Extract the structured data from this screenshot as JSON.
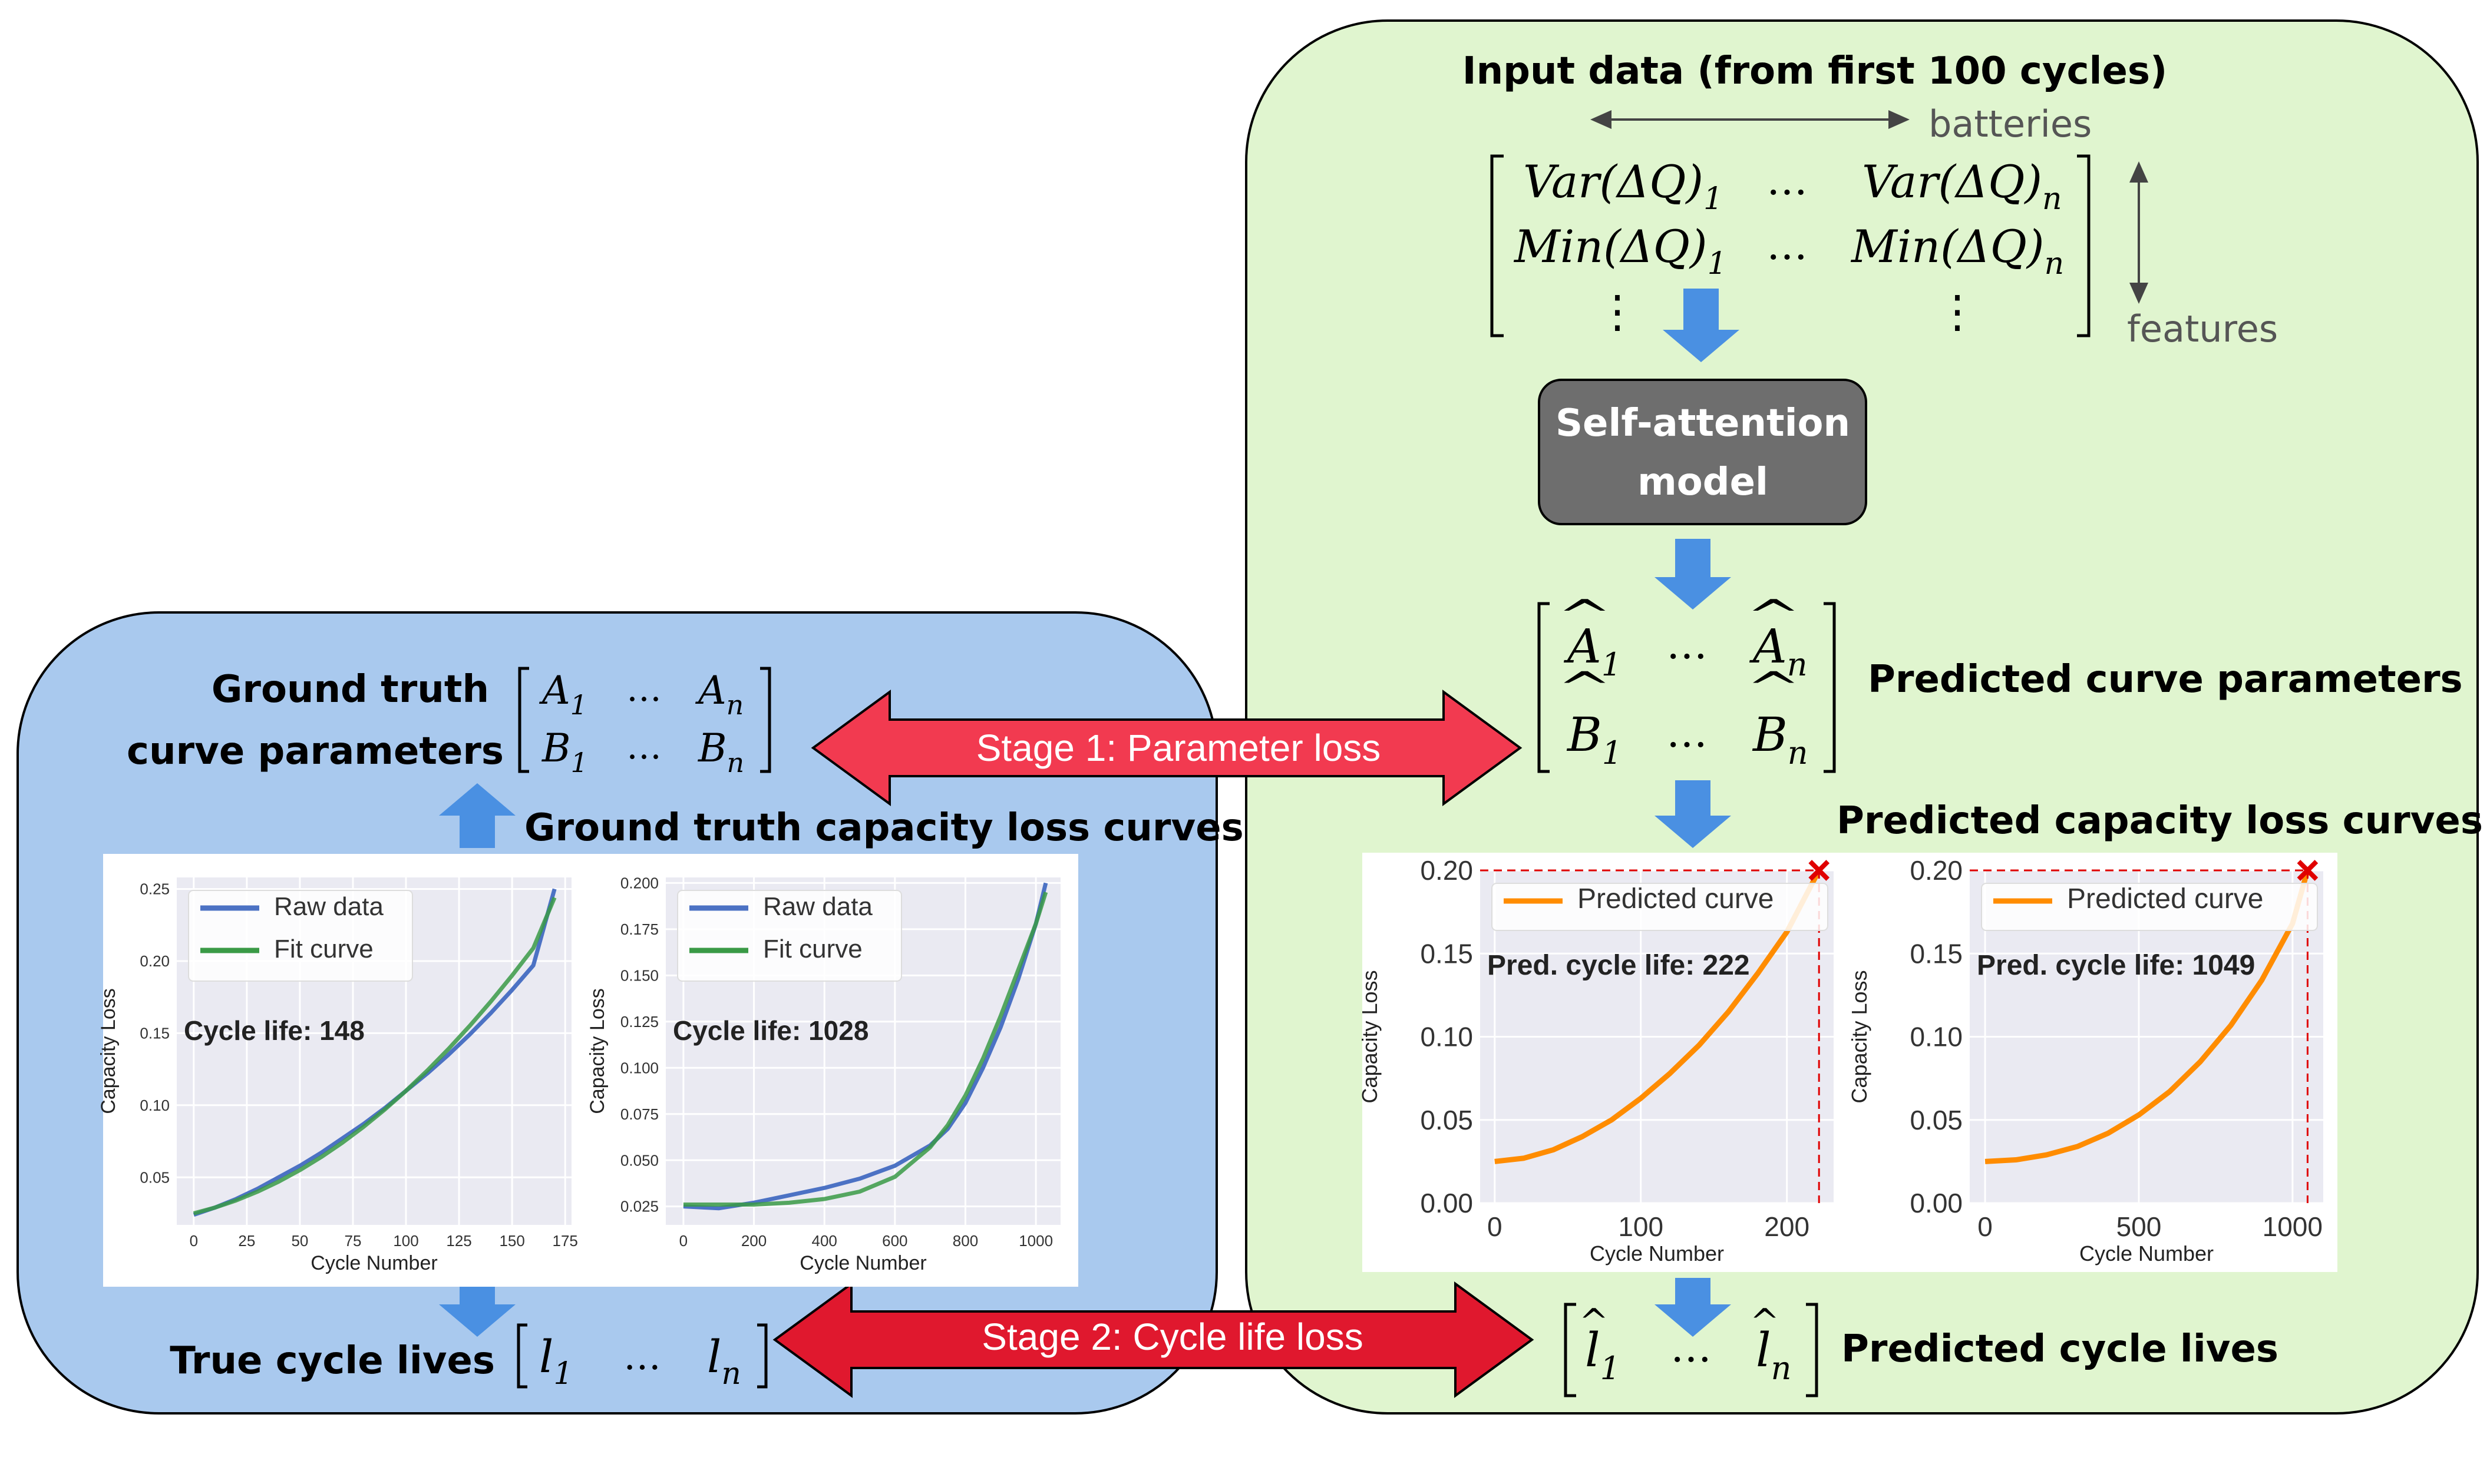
{
  "colors": {
    "blue_panel": "#a9c9ee",
    "green_panel": "#e0f5cf",
    "down_arrow": "#4a90e2",
    "stage_arrow_1": "#f23a50",
    "stage_arrow_2": "#e0182e",
    "model_box": "#6e6e6e",
    "raw_series": "#4c72c4",
    "fit_series": "#3a9a46",
    "pred_series": "#ff8c00",
    "marker": "#e00000"
  },
  "right": {
    "input_title": "Input data (from first 100 cycles)",
    "batteries_label": "batteries",
    "features_label": "features",
    "matrix": {
      "row1_left": "Var(ΔQ)",
      "row1_left_sub": "1",
      "row1_right": "Var(ΔQ)",
      "row1_right_sub": "n",
      "row2_left": "Min(ΔQ)",
      "row2_left_sub": "1",
      "row2_right": "Min(ΔQ)",
      "row2_right_sub": "n",
      "dots": "…",
      "vdots": "⋮"
    },
    "model_line1": "Self-attention",
    "model_line2": "model",
    "pred_params_label": "Predicted curve parameters",
    "pred_params": {
      "a1": "A",
      "an": "A",
      "b1": "B",
      "bn": "B",
      "sub1": "1",
      "subn": "n",
      "hat": "^",
      "dots": "…"
    },
    "pred_curves_label": "Predicted capacity loss curves",
    "pred_lives_label": "Predicted cycle lives",
    "pred_lives": {
      "l1": "l",
      "ln": "l",
      "sub1": "1",
      "subn": "n",
      "dots": "…"
    }
  },
  "left": {
    "gt_params_label_line1": "Ground truth",
    "gt_params_label_line2": "curve parameters",
    "gt_params": {
      "a1": "A",
      "an": "A",
      "b1": "B",
      "bn": "B",
      "sub1": "1",
      "subn": "n",
      "dots": "…"
    },
    "gt_curves_label": "Ground truth capacity loss curves",
    "true_lives_label": "True cycle lives",
    "true_lives": {
      "l1": "l",
      "ln": "l",
      "sub1": "1",
      "subn": "n",
      "dots": "…"
    }
  },
  "stage1_label": "Stage 1: Parameter loss",
  "stage2_label": "Stage 2: Cycle life loss",
  "chart_data": [
    {
      "type": "line",
      "xlabel": "Cycle Number",
      "ylabel": "Capacity Loss",
      "xlim": [
        -8,
        178
      ],
      "ylim": [
        0.017,
        0.258
      ],
      "xticks": [
        "0",
        "25",
        "50",
        "75",
        "100",
        "125",
        "150",
        "175"
      ],
      "yticks": [
        "0.05",
        "0.10",
        "0.15",
        "0.20",
        "0.25"
      ],
      "annotation": "Cycle life: 148",
      "legend": [
        "Raw data",
        "Fit curve"
      ],
      "legend_position": "top-left",
      "grid": true,
      "series": [
        {
          "name": "Raw data",
          "x": [
            0,
            10,
            20,
            30,
            40,
            50,
            60,
            70,
            80,
            90,
            100,
            110,
            120,
            130,
            140,
            150,
            160,
            170
          ],
          "y": [
            0.024,
            0.029,
            0.035,
            0.042,
            0.05,
            0.058,
            0.067,
            0.077,
            0.087,
            0.098,
            0.11,
            0.122,
            0.135,
            0.149,
            0.164,
            0.18,
            0.197,
            0.25
          ]
        },
        {
          "name": "Fit curve",
          "x": [
            0,
            10,
            20,
            30,
            40,
            50,
            60,
            70,
            80,
            90,
            100,
            110,
            120,
            130,
            140,
            150,
            160,
            170
          ],
          "y": [
            0.025,
            0.029,
            0.034,
            0.04,
            0.047,
            0.055,
            0.064,
            0.074,
            0.085,
            0.097,
            0.11,
            0.124,
            0.139,
            0.155,
            0.172,
            0.19,
            0.209,
            0.244
          ]
        }
      ]
    },
    {
      "type": "line",
      "xlabel": "Cycle Number",
      "ylabel": "Capacity Loss",
      "xlim": [
        -50,
        1070
      ],
      "ylim": [
        0.015,
        0.203
      ],
      "xticks": [
        "0",
        "200",
        "400",
        "600",
        "800",
        "1000"
      ],
      "yticks": [
        "0.025",
        "0.050",
        "0.075",
        "0.100",
        "0.125",
        "0.150",
        "0.175",
        "0.200"
      ],
      "annotation": "Cycle life: 1028",
      "legend": [
        "Raw data",
        "Fit curve"
      ],
      "legend_position": "top-left",
      "grid": true,
      "series": [
        {
          "name": "Raw data",
          "x": [
            0,
            100,
            200,
            300,
            400,
            500,
            600,
            700,
            750,
            800,
            850,
            900,
            950,
            1000,
            1028
          ],
          "y": [
            0.025,
            0.024,
            0.027,
            0.031,
            0.035,
            0.04,
            0.047,
            0.058,
            0.067,
            0.081,
            0.1,
            0.122,
            0.148,
            0.178,
            0.2
          ]
        },
        {
          "name": "Fit curve",
          "x": [
            0,
            100,
            200,
            300,
            400,
            500,
            600,
            700,
            750,
            800,
            850,
            900,
            950,
            1000,
            1028
          ],
          "y": [
            0.026,
            0.026,
            0.026,
            0.027,
            0.029,
            0.033,
            0.041,
            0.057,
            0.069,
            0.085,
            0.105,
            0.128,
            0.153,
            0.178,
            0.195
          ]
        }
      ]
    },
    {
      "type": "line",
      "xlabel": "Cycle Number",
      "ylabel": "Capacity Loss",
      "xlim": [
        -10,
        232
      ],
      "ylim": [
        0.0,
        0.2
      ],
      "xticks": [
        "0",
        "100",
        "200"
      ],
      "yticks": [
        "0.00",
        "0.05",
        "0.10",
        "0.15",
        "0.20"
      ],
      "annotation": "Pred. cycle life: 222",
      "legend": [
        "Predicted curve"
      ],
      "legend_position": "top-left",
      "grid": true,
      "series": [
        {
          "name": "Predicted curve",
          "x": [
            0,
            20,
            40,
            60,
            80,
            100,
            120,
            140,
            160,
            180,
            200,
            222
          ],
          "y": [
            0.025,
            0.027,
            0.032,
            0.04,
            0.05,
            0.063,
            0.078,
            0.095,
            0.115,
            0.138,
            0.163,
            0.2
          ]
        }
      ],
      "predicted_point": [
        222,
        0.2
      ]
    },
    {
      "type": "line",
      "xlabel": "Cycle Number",
      "ylabel": "Capacity Loss",
      "xlim": [
        -50,
        1100
      ],
      "ylim": [
        0.0,
        0.2
      ],
      "xticks": [
        "0",
        "500",
        "1000"
      ],
      "yticks": [
        "0.00",
        "0.05",
        "0.10",
        "0.15",
        "0.20"
      ],
      "annotation": "Pred. cycle life: 1049",
      "legend": [
        "Predicted curve"
      ],
      "legend_position": "top-left",
      "grid": true,
      "series": [
        {
          "name": "Predicted curve",
          "x": [
            0,
            100,
            200,
            300,
            400,
            500,
            600,
            700,
            800,
            900,
            1000,
            1049
          ],
          "y": [
            0.025,
            0.026,
            0.029,
            0.034,
            0.042,
            0.053,
            0.067,
            0.085,
            0.107,
            0.134,
            0.168,
            0.2
          ]
        }
      ],
      "predicted_point": [
        1049,
        0.2
      ]
    }
  ]
}
